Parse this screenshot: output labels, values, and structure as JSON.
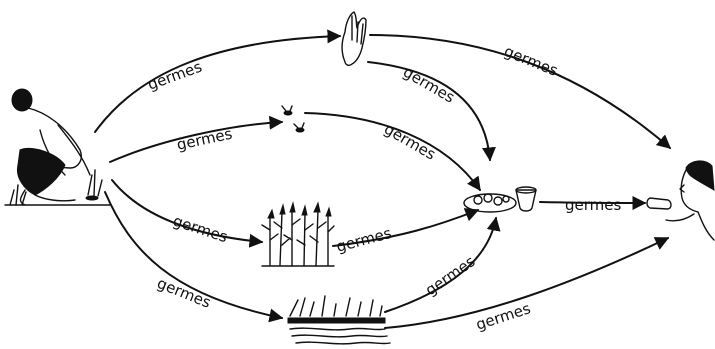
{
  "diagram": {
    "edge_label": "germes",
    "nodes": [
      {
        "id": "person-defecating",
        "icon": "squatting-person-illustration"
      },
      {
        "id": "hand",
        "icon": "hand-illustration"
      },
      {
        "id": "flies",
        "icon": "flies-illustration"
      },
      {
        "id": "crops",
        "icon": "maize-field-illustration"
      },
      {
        "id": "water",
        "icon": "river-water-illustration"
      },
      {
        "id": "food",
        "icon": "food-plate-and-cup-illustration"
      },
      {
        "id": "person-eating",
        "icon": "person-eating-illustration"
      }
    ],
    "edges": [
      {
        "from": "person-defecating",
        "to": "hand",
        "label": "germes"
      },
      {
        "from": "person-defecating",
        "to": "flies",
        "label": "germes"
      },
      {
        "from": "person-defecating",
        "to": "crops",
        "label": "germes"
      },
      {
        "from": "person-defecating",
        "to": "water",
        "label": "germes"
      },
      {
        "from": "hand",
        "to": "person-eating",
        "label": "germes"
      },
      {
        "from": "hand",
        "to": "food",
        "label": "germes"
      },
      {
        "from": "flies",
        "to": "food",
        "label": "germes"
      },
      {
        "from": "crops",
        "to": "food",
        "label": "germes"
      },
      {
        "from": "water",
        "to": "food",
        "label": "germes"
      },
      {
        "from": "water",
        "to": "person-eating",
        "label": "germes"
      },
      {
        "from": "food",
        "to": "person-eating",
        "label": "germes"
      }
    ]
  }
}
